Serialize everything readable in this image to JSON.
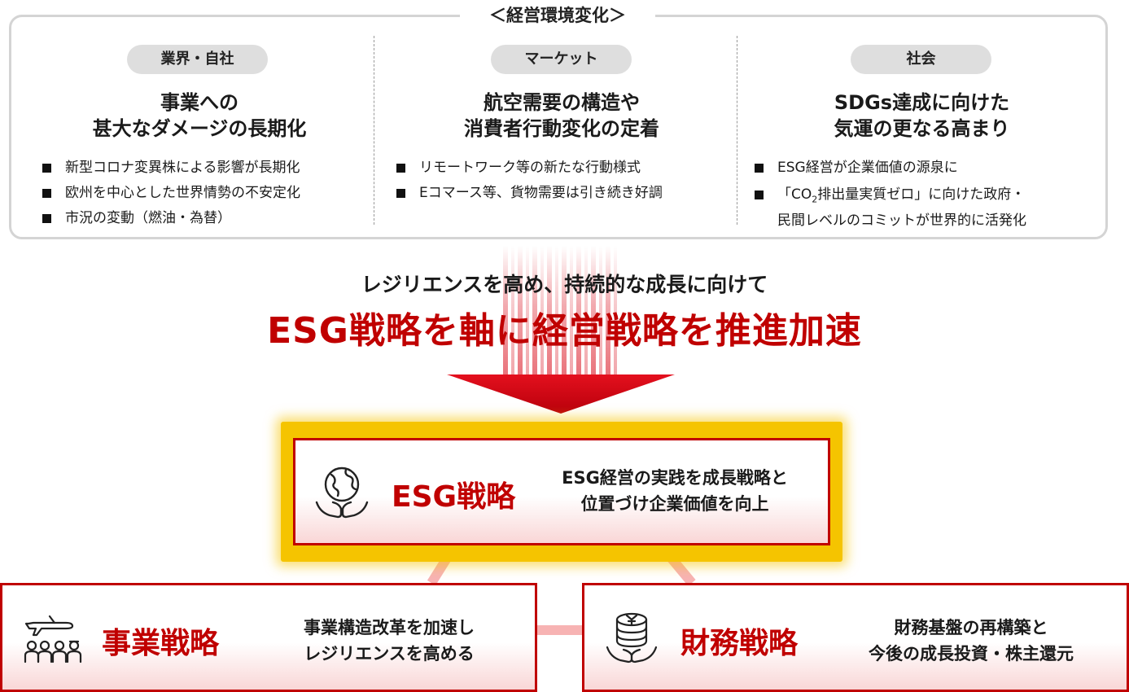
{
  "env": {
    "title": "＜経営環境変化＞",
    "columns": [
      {
        "pill": "業界・自社",
        "heading_line1": "事業への",
        "heading_line2": "甚大なダメージの長期化",
        "bullets": [
          "新型コロナ変異株による影響が長期化",
          "欧州を中心とした世界情勢の不安定化",
          "市況の変動（燃油・為替）"
        ]
      },
      {
        "pill": "マーケット",
        "heading_line1": "航空需要の構造や",
        "heading_line2": "消費者行動変化の定着",
        "bullets": [
          "リモートワーク等の新たな行動様式",
          "Eコマース等、貨物需要は引き続き好調"
        ]
      },
      {
        "pill": "社会",
        "heading_line1": "SDGs達成に向けた",
        "heading_line2": "気運の更なる高まり",
        "bullets": [
          "ESG経営が企業価値の源泉に"
        ],
        "bullet2_pre": "「CO",
        "bullet2_sub": "2",
        "bullet2_post": "排出量実質ゼロ」に向けた政府・",
        "bullet2_line2": "民間レベルのコミットが世界的に活発化"
      }
    ]
  },
  "center": {
    "subheading": "レジリエンスを高め、持続的な成長に向けて",
    "heading": "ESG戦略を軸に経営戦略を推進加速"
  },
  "strategies": {
    "esg": {
      "title": "ESG戦略",
      "desc_line1": "ESG経営の実践を成長戦略と",
      "desc_line2": "位置づけ企業価値を向上",
      "icon": "globe-in-hands-icon"
    },
    "business": {
      "title": "事業戦略",
      "desc_line1": "事業構造改革を加速し",
      "desc_line2": "レジリエンスを高める",
      "icon": "airplane-and-staff-icon"
    },
    "finance": {
      "title": "財務戦略",
      "desc_line1": "財務基盤の再構築と",
      "desc_line2": "今後の成長投資・株主還元",
      "icon": "yen-coins-in-hands-icon"
    }
  },
  "colors": {
    "accent_red": "#c00000",
    "highlight_yellow": "#f5c400",
    "pill_gray": "#dedede",
    "border_gray": "#d4d4d4"
  }
}
